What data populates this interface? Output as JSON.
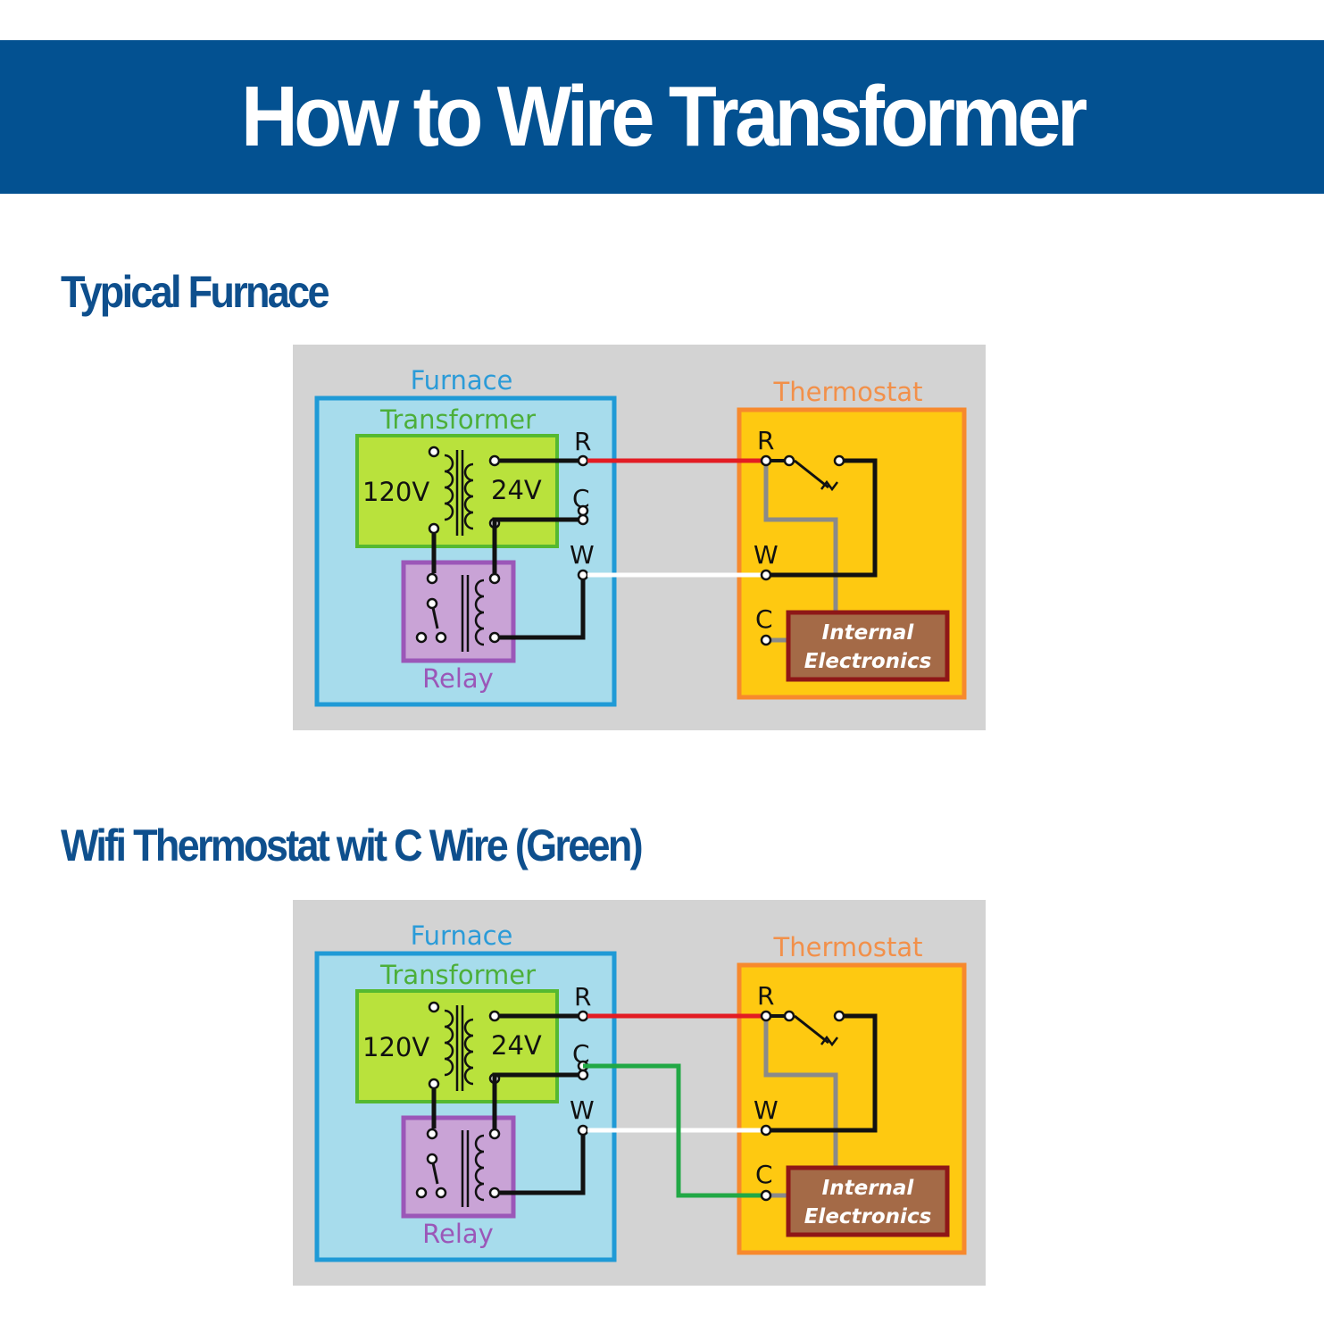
{
  "header": {
    "title": "How to Wire Transformer"
  },
  "sections": [
    {
      "title": "Typical Furnace",
      "diagram": {
        "furnace_label": "Furnace",
        "transformer_label": "Transformer",
        "primary_voltage": "120V",
        "secondary_voltage": "24V",
        "relay_label": "Relay",
        "furnace_terminals": {
          "r": "R",
          "c": "C",
          "w": "W"
        },
        "thermostat_label": "Thermostat",
        "thermostat_terminals": {
          "r": "R",
          "w": "W",
          "c": "C"
        },
        "electronics_line1": "Internal",
        "electronics_line2": "Electronics",
        "c_wire_connected": false
      }
    },
    {
      "title": "Wifi Thermostat wit C Wire (Green)",
      "diagram": {
        "furnace_label": "Furnace",
        "transformer_label": "Transformer",
        "primary_voltage": "120V",
        "secondary_voltage": "24V",
        "relay_label": "Relay",
        "furnace_terminals": {
          "r": "R",
          "c": "C",
          "w": "W"
        },
        "thermostat_label": "Thermostat",
        "thermostat_terminals": {
          "r": "R",
          "w": "W",
          "c": "C"
        },
        "electronics_line1": "Internal",
        "electronics_line2": "Electronics",
        "c_wire_connected": true
      }
    }
  ],
  "colors": {
    "banner": "#035191",
    "section_title": "#0e4f8d",
    "panel_bg": "#d3d3d3",
    "furnace_fill": "#a7dcec",
    "furnace_border": "#1f9ad6",
    "transformer_fill": "#b9e23c",
    "transformer_border": "#55b930",
    "relay_fill": "#c9a3d6",
    "relay_border": "#9b57b8",
    "thermostat_fill": "#fec911",
    "thermostat_border": "#f7892d",
    "electronics_fill": "#a46a47",
    "electronics_border": "#8e1717",
    "r_wire": "#e31c23",
    "w_wire": "#ffffff",
    "c_wire": "#21a845"
  }
}
